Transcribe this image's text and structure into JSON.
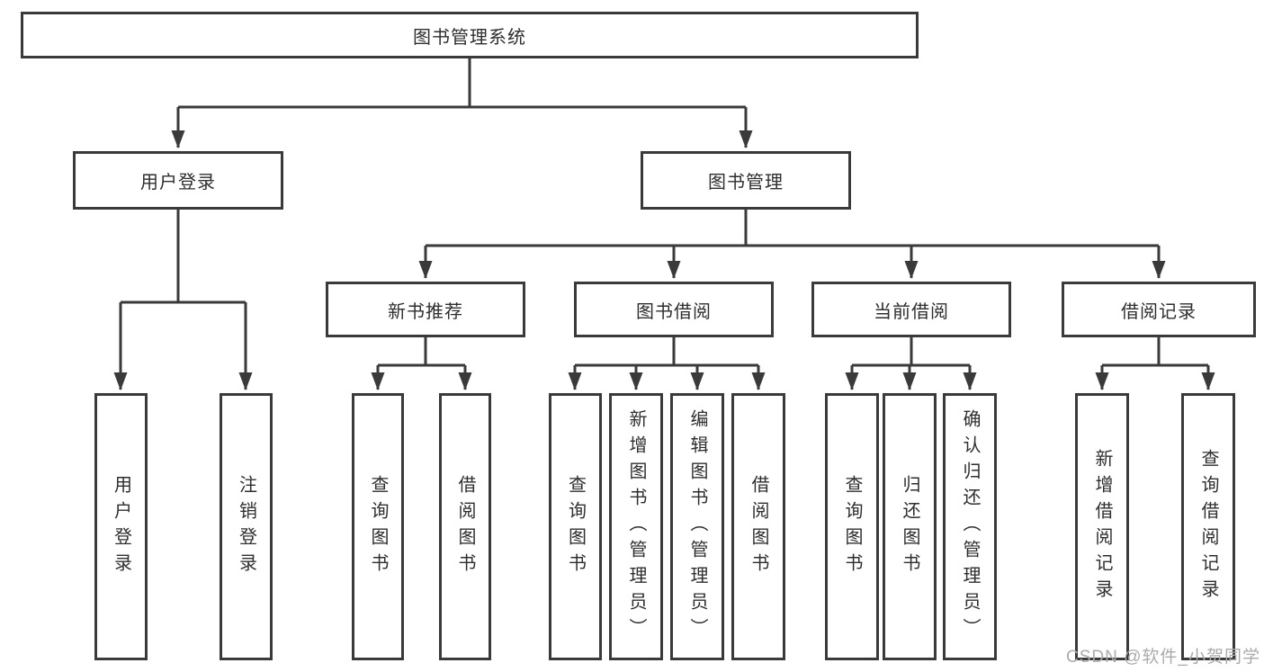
{
  "diagram": {
    "type": "hierarchy-tree",
    "tree": {
      "root": "图书管理系统",
      "children": [
        {
          "label": "用户登录",
          "children": [
            "用户登录",
            "注销登录"
          ]
        },
        {
          "label": "图书管理",
          "children": [
            {
              "label": "新书推荐",
              "children": [
                "查询图书",
                "借阅图书"
              ]
            },
            {
              "label": "图书借阅",
              "children": [
                "查询图书",
                "新增图书（管理员）",
                "编辑图书（管理员）",
                "借阅图书"
              ]
            },
            {
              "label": "当前借阅",
              "children": [
                "查询图书",
                "归还图书",
                "确认归还（管理员）"
              ]
            },
            {
              "label": "借阅记录",
              "children": [
                "新增借阅记录",
                "查询借阅记录"
              ]
            }
          ]
        }
      ]
    },
    "colors": {
      "line": "#3a3a3a",
      "box_border": "#3a3a3a",
      "box_fill": "#ffffff",
      "text": "#2e2e2e",
      "background": "#ffffff",
      "watermark_text_color": "#ababab"
    }
  },
  "watermark": "CSDN @软件_小贺同学"
}
